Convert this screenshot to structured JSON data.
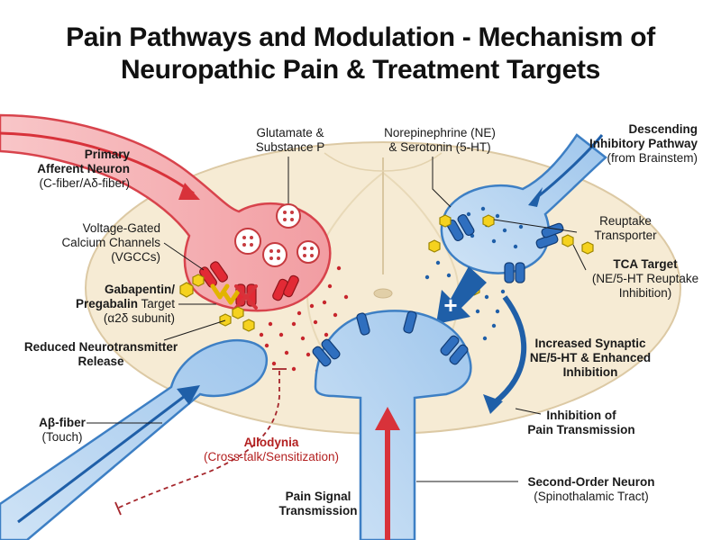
{
  "title_line1": "Pain Pathways and Modulation - Mechanism of",
  "title_line2": "Neuropathic Pain & Treatment Targets",
  "labels": {
    "primary_afferent": {
      "title1": "Primary",
      "title2": "Afferent Neuron",
      "sub": "(C-fiber/Aδ-fiber)"
    },
    "glutamate": {
      "line1": "Glutamate &",
      "line2": "Substance P"
    },
    "ne_5ht": {
      "line1": "Norepinephrine (NE)",
      "line2": "& Serotonin (5-HT)"
    },
    "descending": {
      "line1": "Descending",
      "line2": "Inhibitory Pathway",
      "sub": "(from Brainstem)"
    },
    "vgcc": {
      "line1": "Voltage-Gated",
      "line2": "Calcium Channels",
      "line3": "(VGCCs)"
    },
    "gabapentin": {
      "bold1": "Gabapentin/",
      "bold2": "Pregabalin",
      "rest2": " Target",
      "sub": "(α2δ subunit)"
    },
    "reduced": {
      "line1": "Reduced Neurotransmitter",
      "line2": "Release"
    },
    "reuptake": {
      "line1": "Reuptake",
      "line2": "Transporter"
    },
    "tca": {
      "title": "TCA Target",
      "line2": "(NE/5-HT Reuptake",
      "line3": "Inhibition)"
    },
    "increased": {
      "line1": "Increased Synaptic",
      "line2": "NE/5-HT & Enhanced",
      "line3": "Inhibition"
    },
    "inhibition": {
      "line1": "Inhibition of",
      "line2": "Pain Transmission"
    },
    "abeta": {
      "title": "Aβ-fiber",
      "sub": "(Touch)"
    },
    "allodynia": {
      "title": "Allodynia",
      "sub": "(Cross-talk/Sensitization)"
    },
    "second_order": {
      "title": "Second-Order Neuron",
      "sub": "(Spinothalamic Tract)"
    },
    "pain_signal": {
      "line1": "Pain Signal",
      "line2": "Transmission"
    }
  },
  "symbols": {
    "plus": "+"
  },
  "colors": {
    "red_neuron": "#f4a5a8",
    "red_outline": "#d8434c",
    "blue_neuron": "#a9cdee",
    "blue_outline": "#3d7fc4",
    "spinal_cord": "#f6ebd4",
    "drug_yellow": "#f5d21f",
    "arrow_blue": "#1f5fa8",
    "arrow_red": "#d8323a"
  }
}
